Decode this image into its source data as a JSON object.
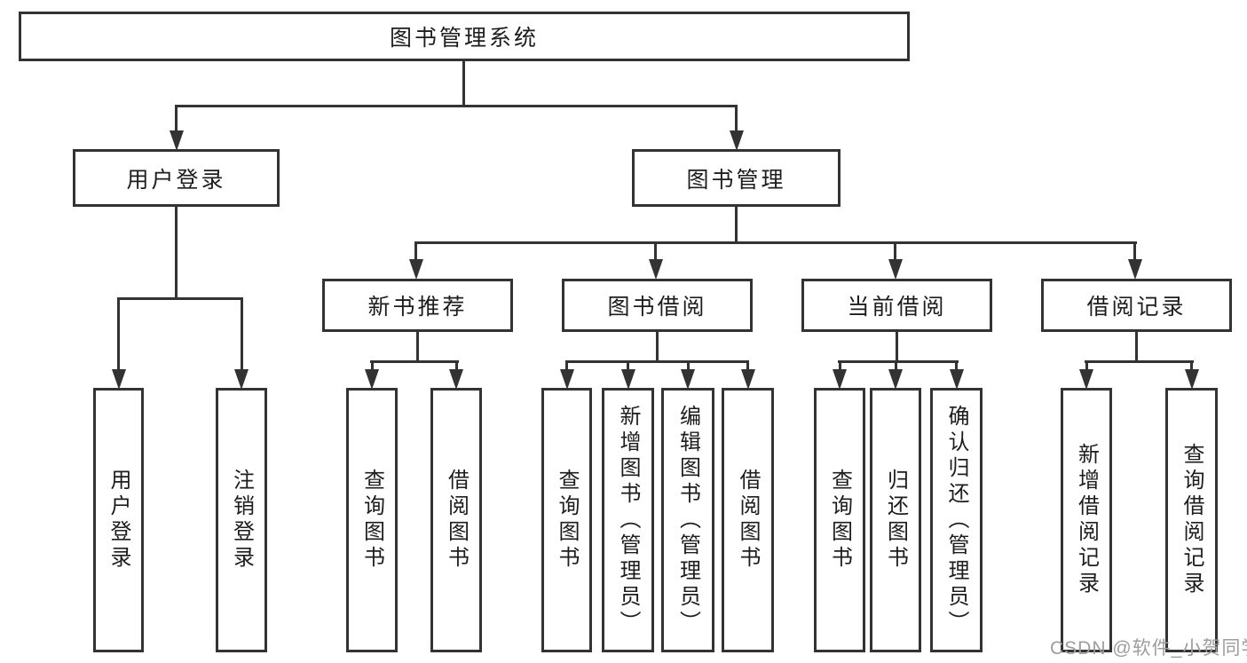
{
  "colors": {
    "background": "#ffffff",
    "line": "#333333",
    "text": "#1d1d1d",
    "watermark": "#9d9d9d"
  },
  "diagram": {
    "title": "图书管理系统",
    "level1": [
      {
        "label": "用户登录"
      },
      {
        "label": "图书管理"
      }
    ],
    "level2": [
      {
        "label": "新书推荐",
        "parent": "图书管理"
      },
      {
        "label": "图书借阅",
        "parent": "图书管理"
      },
      {
        "label": "当前借阅",
        "parent": "图书管理"
      },
      {
        "label": "借阅记录",
        "parent": "图书管理"
      }
    ],
    "leaves": [
      {
        "label": "用户登录",
        "parent": "用户登录"
      },
      {
        "label": "注销登录",
        "parent": "用户登录"
      },
      {
        "label": "查询图书",
        "parent": "新书推荐"
      },
      {
        "label": "借阅图书",
        "parent": "新书推荐"
      },
      {
        "label": "查询图书",
        "parent": "图书借阅"
      },
      {
        "label": "新增图书（管理员）",
        "parent": "图书借阅"
      },
      {
        "label": "编辑图书（管理员）",
        "parent": "图书借阅"
      },
      {
        "label": "借阅图书",
        "parent": "图书借阅"
      },
      {
        "label": "查询图书",
        "parent": "当前借阅"
      },
      {
        "label": "归还图书",
        "parent": "当前借阅"
      },
      {
        "label": "确认归还（管理员）",
        "parent": "当前借阅"
      },
      {
        "label": "新增借阅记录",
        "parent": "借阅记录"
      },
      {
        "label": "查询借阅记录",
        "parent": "借阅记录"
      }
    ],
    "watermark": "CSDN @软件_小贺同学"
  }
}
